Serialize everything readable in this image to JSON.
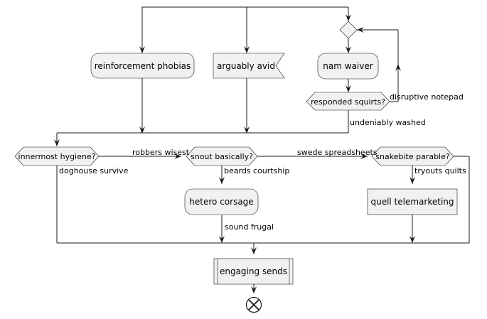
{
  "nodes": {
    "reinforcement": "reinforcement phobias",
    "arguably": "arguably avid",
    "nam_waiver": "nam waiver",
    "responded": "responded squirts?",
    "innermost": "innermost hygiene?",
    "snout": "snout basically?",
    "snakebite": "snakebite parable?",
    "hetero": "hetero corsage",
    "quell": "quell telemarketing",
    "engaging": "engaging sends"
  },
  "edges": {
    "disruptive": "disruptive notepad",
    "undeniably": "undeniably washed",
    "robbers": "robbers wisest",
    "swede": "swede spreadsheets",
    "doghouse": "doghouse survive",
    "beards": "beards courtship",
    "tryouts": "tryouts quilts",
    "sound": "sound frugal"
  }
}
